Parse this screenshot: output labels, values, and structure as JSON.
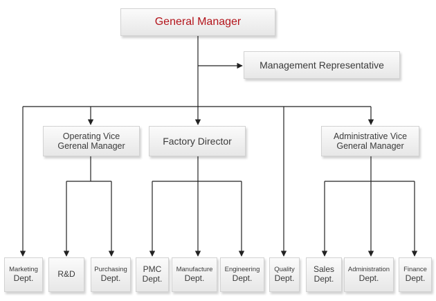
{
  "colors": {
    "accent": "#b3141b",
    "line": "#222222",
    "box_border": "#d2d2d2"
  },
  "top": {
    "label": "General Manager"
  },
  "rep": {
    "label": "Management Representative"
  },
  "mid": {
    "operating": {
      "line1": "Operating Vice",
      "line2": "Gerenal Manager"
    },
    "factory": {
      "label": "Factory Director"
    },
    "administrative": {
      "line1": "Administrative Vice",
      "line2": "General Manager"
    }
  },
  "leaves": [
    {
      "line1": "Marketing",
      "line2": "Dept."
    },
    {
      "line1": "R&D",
      "line2": ""
    },
    {
      "line1": "Purchasing",
      "line2": "Dept."
    },
    {
      "line1": "PMC",
      "line2": "Dept."
    },
    {
      "line1": "Manufacture",
      "line2": "Dept."
    },
    {
      "line1": "Engineering",
      "line2": "Dept."
    },
    {
      "line1": "Quality",
      "line2": "Dept."
    },
    {
      "line1": "Sales",
      "line2": "Dept."
    },
    {
      "line1": "Administration",
      "line2": "Dept."
    },
    {
      "line1": "Finance",
      "line2": "Dept."
    }
  ]
}
